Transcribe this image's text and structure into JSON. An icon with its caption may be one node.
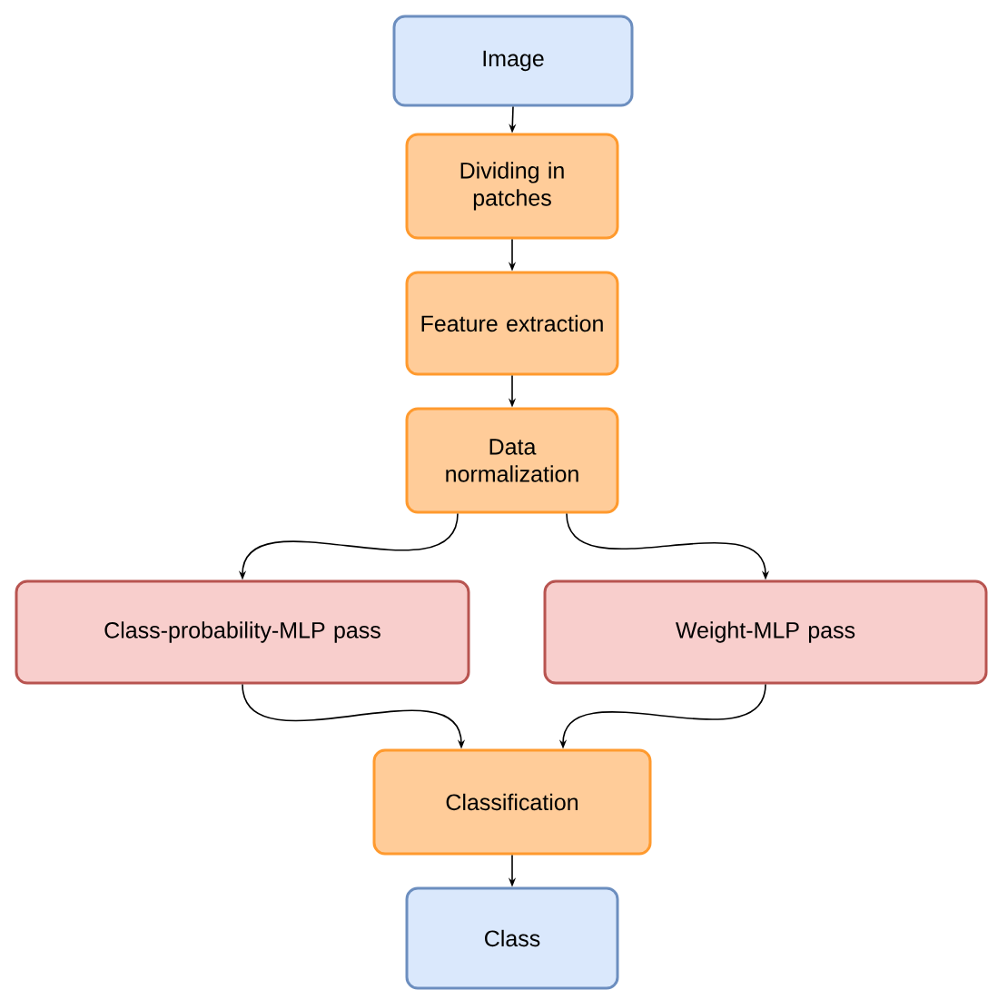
{
  "diagram": {
    "nodes": [
      {
        "text": [
          "Image"
        ]
      },
      {
        "text": [
          "Dividing in patches"
        ]
      },
      {
        "text": [
          "Feature extraction"
        ]
      },
      {
        "text": [
          "Data normalization"
        ]
      },
      {
        "text": [
          "Class-probability-MLP pass"
        ]
      },
      {
        "text": [
          "Weight-MLP pass"
        ]
      },
      {
        "text": [
          "Classification"
        ]
      },
      {
        "text": [
          "Class"
        ]
      }
    ],
    "edges": [
      {
        "from": 0,
        "to": 1,
        "arrow": "to"
      },
      {
        "from": 1,
        "to": 2,
        "arrow": "to"
      },
      {
        "from": 2,
        "to": 3,
        "arrow": "to"
      },
      {
        "from": 3,
        "to": 4,
        "arrow": "to"
      },
      {
        "from": 3,
        "to": 5,
        "arrow": "to"
      },
      {
        "from": 4,
        "to": 6,
        "arrow": "to"
      },
      {
        "from": 5,
        "to": 6,
        "arrow": "to"
      },
      {
        "from": 6,
        "to": 7,
        "arrow": "to"
      }
    ]
  }
}
